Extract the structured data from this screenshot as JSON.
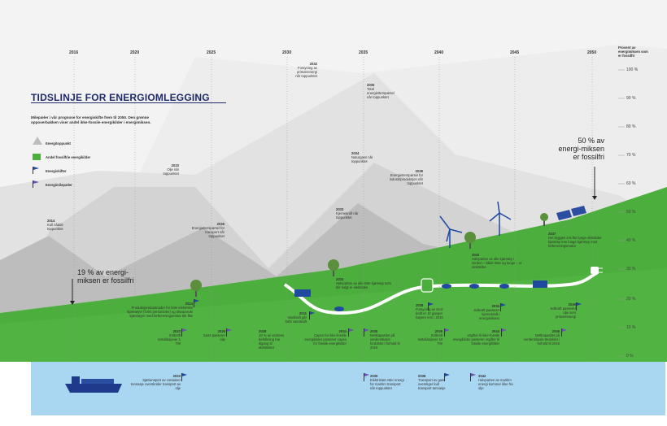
{
  "title": "TIDSLINJE FOR ENERGIOMLEGGING",
  "intro": "Milepæler i vår prognose for energiskifte frem til 2050. Den grønne oppoverbakken viser andel ikke-fossile energikilder i energimiksen.",
  "legend": [
    {
      "icon": "triangle",
      "label": "Energitoppunkt"
    },
    {
      "icon": "green-square",
      "label": "Andel fossilfrie energikilder"
    },
    {
      "icon": "blue-flag",
      "label": "Energiskifter"
    },
    {
      "icon": "purple-flag",
      "label": "Energimilepæler"
    }
  ],
  "years": [
    "2016",
    "2020",
    "2025",
    "2030",
    "2035",
    "2040",
    "2045",
    "2050"
  ],
  "axis_title": "Prosent av energimiksen som er fossilfri",
  "percent_ticks": [
    "100 %",
    "90 %",
    "80 %",
    "70 %",
    "60 %",
    "50 %",
    "40 %",
    "30 %",
    "20 %",
    "10 %",
    "0 %"
  ],
  "callouts": {
    "mix2016": "19 % av energi-miksen er fossilfri",
    "mix2050": "50 % av energi-miksen er fossilfri"
  },
  "peaks": [
    {
      "year": "2032",
      "text": "Forsyning av primærenergi når toppunktet"
    },
    {
      "year": "2035",
      "text": "Total energietterspørsel når toppunktet"
    },
    {
      "year": "2023",
      "text": "Olje når toppunktet"
    },
    {
      "year": "2034",
      "text": "Naturgass når toppunktet"
    },
    {
      "year": "2039",
      "text": "Energietterspørsel for industriproduksjon når toppunktet"
    },
    {
      "year": "2014",
      "text": "Kull nådde toppunktet"
    },
    {
      "year": "2026",
      "text": "Energietterspørsel for transport når toppunktet"
    },
    {
      "year": "2033",
      "text": "Kjernekraft når toppunktet"
    }
  ],
  "green_events": [
    {
      "year": "2047",
      "text": "Det bygges 3-5 fler lunge elektriske kjøretøy enn lunge kjøretøy med forbrenningsmotor"
    },
    {
      "year": "2042",
      "text": "Halvparten av alle kjøretøy i verden – både lette og tunge – er elektriske"
    },
    {
      "year": "2033",
      "text": "Halvparten av alle lette kjøretøy som blir solgt er elektriske"
    },
    {
      "year": "2024",
      "text": "Produksjonskostnader for lette elektriske kjøretøyer (f.eks personbiler) og tilsvarende kjøretøyer med forbrenningsmotor blir like"
    },
    {
      "year": "2011",
      "text": "Vindkraft går forbi vannkraft"
    },
    {
      "year": "2038",
      "text": "Forsyning av vind-kraft er 10 ganger høyere enn i 2016"
    },
    {
      "year": "2034",
      "text": "Solkraft passerer kjernekraft i energimiksen"
    },
    {
      "year": "2049",
      "text": "Solkraft passerer olje som primærenergi"
    }
  ],
  "bottom_events": [
    {
      "year": "2023",
      "text": "Solkraft installasjoner 1 TW"
    },
    {
      "year": "2026",
      "text": "Gass passerer olje"
    },
    {
      "year": "2028",
      "text": "10 % av verdens befolkning har tilgang til elektrisitet"
    },
    {
      "year": "2034",
      "text": "Capex for ikke-fossile energikilder passerer capex for fossile energikilder"
    },
    {
      "year": "2035",
      "text": "Nettkapasitet på verdensbasis fordoblet i forhold til 2016"
    },
    {
      "year": "2039",
      "text": "Solkraft installasjoner 10 TW"
    },
    {
      "year": "2044",
      "text": "Utgifter til ikke-fossile energikilder passerer utgifter til fossile energikilder"
    },
    {
      "year": "2046",
      "text": "Nettkapasitet på verdensbasis tredoblet i forhold til 2016"
    }
  ],
  "sea_events": [
    {
      "year": "2023",
      "text": "Sjøtransport av container tonnasje overskrider transport av olje"
    },
    {
      "year": "2035",
      "text": "Elektrisitet etter energi for maritim transport når toppunktet"
    },
    {
      "year": "2038",
      "text": "Transport av gass overstiger kull transport tonnasje"
    },
    {
      "year": "2042",
      "text": "Halvparten av maritim energi kommer ikke fra olje"
    }
  ],
  "colors": {
    "green": "#4cae3c",
    "sea": "#a9d6f0",
    "title": "#1f2a6b",
    "mountain_dark": "#c9c9c9",
    "mountain_light": "#e4e4e4"
  }
}
